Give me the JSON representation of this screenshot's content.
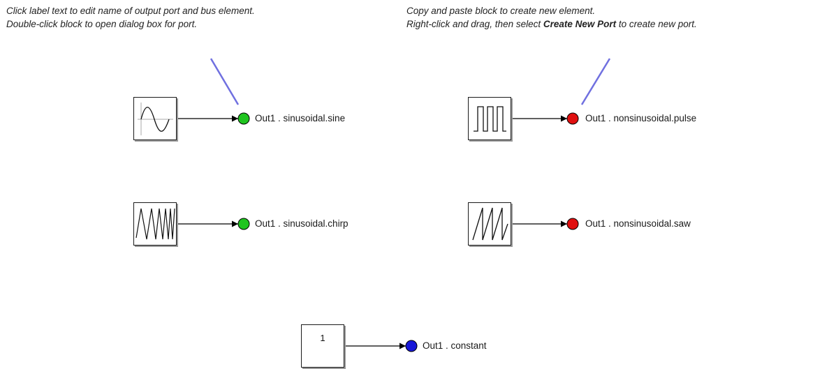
{
  "annotations": {
    "left": {
      "line1": "Click label text to edit name of output port and bus element.",
      "line2": "Double-click block to open dialog box for port."
    },
    "right": {
      "line1": "Copy and paste block to create new element.",
      "line2_pre": "Right-click and drag, then select ",
      "line2_bold": "Create New Port",
      "line2_post": " to create new port."
    }
  },
  "blocks": {
    "constant": {
      "value": "1"
    }
  },
  "ports": {
    "sine": {
      "label": "Out1 . sinusoidal.sine",
      "color": "#1fc41f"
    },
    "pulse": {
      "label": "Out1 . nonsinusoidal.pulse",
      "color": "#e01010"
    },
    "chirp": {
      "label": "Out1 . sinusoidal.chirp",
      "color": "#1fc41f"
    },
    "saw": {
      "label": "Out1 . nonsinusoidal.saw",
      "color": "#e01010"
    },
    "constant": {
      "label": "Out1 . constant",
      "color": "#1818d8"
    }
  },
  "colors": {
    "callout_line": "#7070e0",
    "wire": "#000000"
  }
}
